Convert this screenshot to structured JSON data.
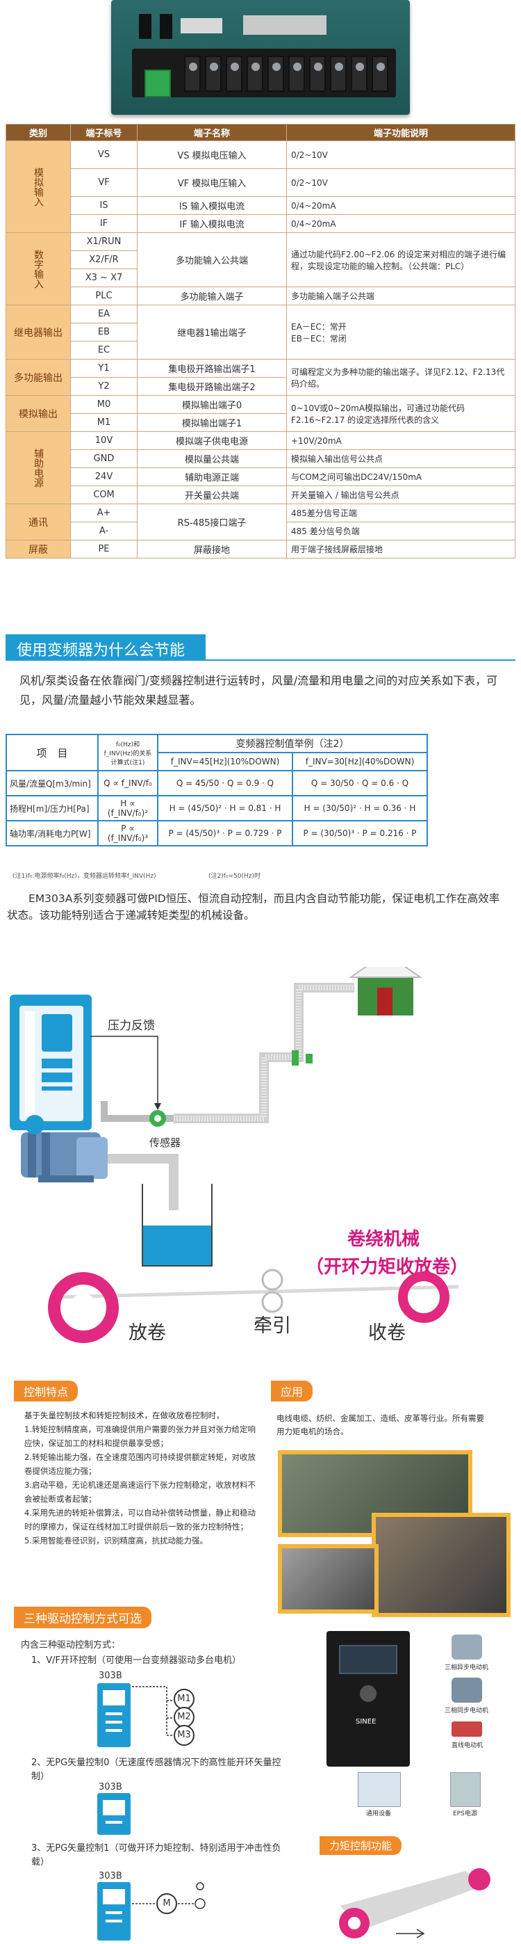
{
  "terminal_table": {
    "headers": [
      "类别",
      "端子标号",
      "端子名称",
      "端子功能说明"
    ],
    "rows": [
      {
        "cat": "模拟输入",
        "code": "VS",
        "name": "VS 模拟电压输入",
        "desc": "0/2~10V"
      },
      {
        "code": "VF",
        "name": "VF 模拟电压输入",
        "desc": "0/2~10V"
      },
      {
        "code": "IS",
        "name": "IS 输入模拟电流",
        "desc": "0/4~20mA"
      },
      {
        "code": "IF",
        "name": "IF 输入模拟电流",
        "desc": "0/4~20mA"
      },
      {
        "cat": "数字输入",
        "code": "X1/RUN",
        "name": "多功能输入公共端",
        "desc": "通过功能代码F2.00~F2.06 的设定来对相应的端子进行编程，实现设定功能的输入控制。（公共端：PLC）"
      },
      {
        "code": "X2/F/R"
      },
      {
        "code": "X3 ~ X7"
      },
      {
        "code": "PLC",
        "name": "多功能输入端子",
        "desc": "多功能输入端子公共端"
      },
      {
        "cat": "继电器输出",
        "code": "EA",
        "name": "继电器1输出端子",
        "desc": "EA－EC：常开\nEB－EC：常闭"
      },
      {
        "code": "EB"
      },
      {
        "code": "EC"
      },
      {
        "cat": "多功能输出",
        "code": "Y1",
        "name": "集电极开路输出端子1",
        "desc": "可编程定义为多种功能的输出端子。详见F2.12、F2.13代码介绍。"
      },
      {
        "code": "Y2",
        "name": "集电极开路输出端子2"
      },
      {
        "cat": "模拟输出",
        "code": "M0",
        "name": "模拟输出端子0",
        "desc": "0~10V或0~20mA模拟输出，可通过功能代码 F2.16~F2.17 的设定选择所代表的含义"
      },
      {
        "code": "M1",
        "name": "模拟输出端子1"
      },
      {
        "cat": "辅助电源",
        "code": "10V",
        "name": "模拟端子供电电源",
        "desc": "+10V/20mA"
      },
      {
        "code": "GND",
        "name": "模拟量公共端",
        "desc": "模拟输入输出信号公共点"
      },
      {
        "code": "24V",
        "name": "辅助电源正端",
        "desc": "与COM之间可输出DC24V/150mA"
      },
      {
        "code": "COM",
        "name": "开关量公共端",
        "desc": "开关量输入 / 输出信号公共点"
      },
      {
        "cat": "通讯",
        "code": "A+",
        "name": "RS-485接口端子",
        "desc": "485差分信号正端"
      },
      {
        "code": "A-",
        "desc": "485 差分信号负端"
      },
      {
        "cat": "屏蔽",
        "code": "PE",
        "name": "屏蔽接地",
        "desc": "用于端子接线屏蔽层接地"
      }
    ]
  },
  "section_energy": {
    "title": "使用变频器为什么会节能",
    "intro": "风机/泵类设备在依靠阀门/变频器控制进行运转时，风量/流量和用电量之间的对应关系如下表，可见，风量/流量越小节能效果越显著。",
    "table": {
      "col_item": "项　目",
      "col_formula": "f₀(Hz)和f_INV(Hz)的关系计算式(注1)",
      "col_group": "变频器控制值举例（注2）",
      "col_45": "f_INV=45[Hz](10%DOWN)",
      "col_30": "f_INV=30[Hz](40%DOWN)",
      "rows": [
        {
          "item": "风量/流量Q[m3/min]",
          "formula": "Q ∝ f_INV/f₀",
          "v45": "Q = 45/50 · Q = 0.9 · Q",
          "v30": "Q = 30/50 · Q = 0.6 · Q"
        },
        {
          "item": "扬程H[m]/压力H[Pa]",
          "formula": "H ∝ (f_INV/f₀)²",
          "v45": "H = (45/50)² · H = 0.81 · H",
          "v30": "H = (30/50)² · H = 0.36 · H"
        },
        {
          "item": "轴功率/消耗电力P[W]",
          "formula": "P ∝ (f_INV/f₀)³",
          "v45": "P = (45/50)³ · P = 0.729 · P",
          "v30": "P = (30/50)³ · P = 0.216 · P"
        }
      ],
      "note1": "(注1)f₀:电源频率f₀(Hz)，变频器运转频率f_INV(Hz)",
      "note2": "(注2)f₀=50(Hz)时"
    },
    "desc": "EM303A系列变频器可做PID恒压、恒流自动控制，而且内含自动节能功能，保证电机工作在高效率状态。该功能特别适合于递减转矩类型的机械设备。"
  },
  "diagram": {
    "pressure_label": "压力反馈",
    "sensor_label": "传感器",
    "winding_title": "卷绕机械",
    "winding_sub": "（开环力矩收放卷）",
    "unwind": "放卷",
    "traction": "牵引",
    "rewind": "收卷"
  },
  "features": {
    "title": "控制特点",
    "text": "基于失量控制技术和转矩控制技术，在做收放卷控制时，\n1.转矩控制精度高，可准确提供用户需要的张力并且对张力给定响应快，保证加工的材料和提供最享受感；\n2.转矩输出能力强，在全速度范围内可持续提供额定转矩，对收放卷提供适应能力强；\n3.启动平稳，无论机速还是高速运行下张力控制稳定，收放材料不会被扯断或者起皱；\n4.采用先进的转矩补偿算法，可以自动补偿转动惯量，静止和稳动时的摩擦力，保证在线材加工时提供前后一致的张力控制特性；\n5.采用智能卷径识别，识别精度高，抗扰动能力强。"
  },
  "application": {
    "title": "应用",
    "text": "电线电缆、纺织、金属加工、造纸、皮革等行业。所有需要用力矩电机的场合。"
  },
  "drive_modes": {
    "title": "三种驱动控制方式可选",
    "intro": "内含三种驱动控制方式：",
    "mode1": "1、V/F开环控制（可使用一台变频器驱动多台电机）",
    "mode2": "2、无PG矢量控制0（无速度传感器情况下的高性能开环矢量控制）",
    "mode3": "3、无PG矢量控制1（可做开环力矩控制、特别适用于冲击性负载）",
    "device": "303B",
    "m1": "M1",
    "m2": "M2",
    "m3": "M3",
    "m": "M"
  },
  "products": {
    "motor1": "三相异步电动机",
    "motor2": "三相同步电动机",
    "motor3": "直线电动机",
    "dev1": "通用设备",
    "dev2": "EPS电源",
    "brand": "SINEE"
  },
  "torque": {
    "title": "力矩控制功能"
  }
}
